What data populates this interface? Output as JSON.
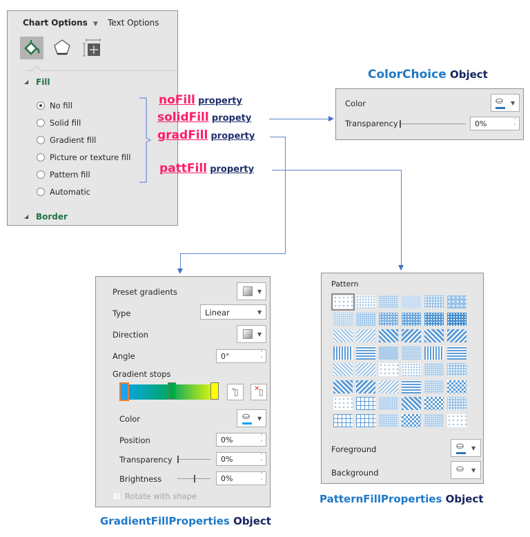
{
  "format_pane": {
    "tabs": [
      {
        "label": "Chart Options",
        "active": true
      },
      {
        "label": "Text Options",
        "active": false
      }
    ],
    "icons": [
      "fill-line-icon",
      "effects-icon",
      "size-properties-icon"
    ],
    "fill_section": "Fill",
    "fill_options": [
      {
        "label": "No fill",
        "selected": true
      },
      {
        "label": "Solid fill",
        "selected": false
      },
      {
        "label": "Gradient fill",
        "selected": false
      },
      {
        "label": "Picture or texture fill",
        "selected": false
      },
      {
        "label": "Pattern fill",
        "selected": false
      },
      {
        "label": "Automatic",
        "selected": false
      }
    ],
    "border_section": "Border"
  },
  "properties": [
    {
      "key": "noFill",
      "word": "property"
    },
    {
      "key": "solidFill",
      "word": "propety"
    },
    {
      "key": "gradFill",
      "word": "property"
    },
    {
      "key": "pattFill",
      "word": "property"
    }
  ],
  "color_choice": {
    "title_name": "ColorChoice",
    "title_word": "Object",
    "color_label": "Color",
    "transparency_label": "Transparency",
    "transparency_value": "0%"
  },
  "gradient": {
    "title_name": "GradientFillProperties",
    "title_word": "Object",
    "preset_label": "Preset gradients",
    "type_label": "Type",
    "type_value": "Linear",
    "direction_label": "Direction",
    "angle_label": "Angle",
    "angle_value": "0°",
    "stops_label": "Gradient stops",
    "stop_colors": [
      "#1aa3f0",
      "#00a846",
      "#ffff00"
    ],
    "color_label": "Color",
    "position_label": "Position",
    "position_value": "0%",
    "transparency_label": "Transparency",
    "transparency_value": "0%",
    "brightness_label": "Brightness",
    "brightness_value": "0%",
    "rotate_label": "Rotate with shape"
  },
  "pattern": {
    "title_name": "PatternFillProperties",
    "title_word": "Object",
    "pattern_label": "Pattern",
    "foreground_label": "Foreground",
    "background_label": "Background",
    "rows": 8,
    "cols": 6
  },
  "colors": {
    "accent_pink": "#ff1b6b",
    "navy": "#1f2f6b",
    "blue_title": "#1f78c8",
    "connector": "#4472c4",
    "section_green": "#217346"
  }
}
